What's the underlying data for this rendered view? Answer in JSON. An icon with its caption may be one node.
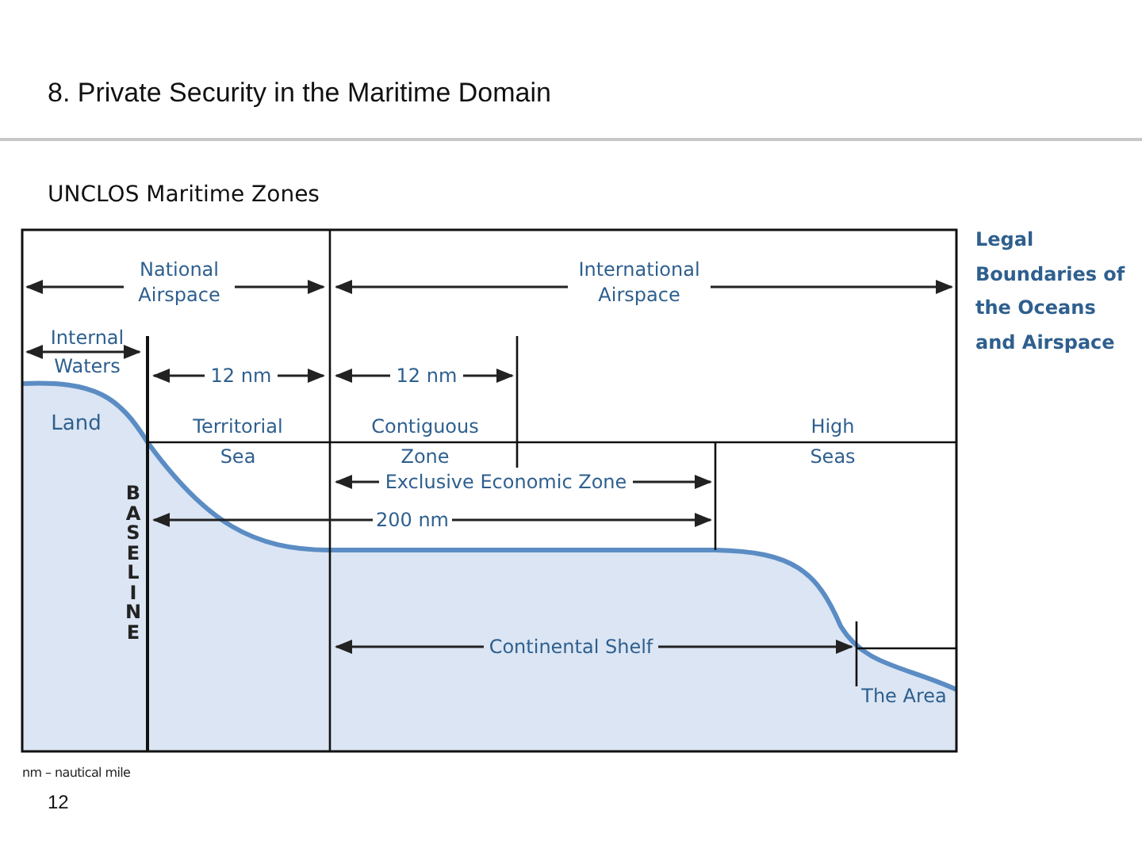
{
  "diagram": {
    "title": "8. Private Security in the Maritime Domain",
    "labels": [
      "UNCLOS Maritime Zones",
      "National Airspace",
      "International Airspace",
      "Legal Boundaries of the Oceans and Airspace",
      "Internal Waters",
      "12 nm",
      "12 nm",
      "Land",
      "Territorial Sea",
      "Contiguous Zone",
      "High Seas",
      "BASELINE",
      "Exclusive Economic Zone",
      "200 nm",
      "Continental Shelf",
      "The Area",
      "nm – nautical mile",
      "12"
    ]
  }
}
